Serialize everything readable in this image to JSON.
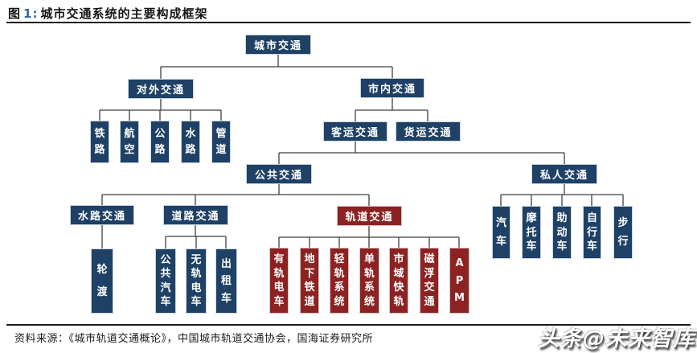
{
  "title": {
    "figure_label": "图",
    "number": "1:",
    "text": "城市交通系统的主要构成框架"
  },
  "tree": {
    "root": "城市交通",
    "external": "对外交通",
    "internal": "市内交通",
    "external_children": [
      "铁路",
      "航空",
      "公路",
      "水路",
      "管道"
    ],
    "passenger": "客运交通",
    "freight": "货运交通",
    "public": "公共交通",
    "private": "私人交通",
    "water": "水路交通",
    "road": "道路交通",
    "rail": "轨道交通",
    "water_children": [
      "轮渡"
    ],
    "road_children": [
      "公共汽车",
      "无轨电车",
      "出租车"
    ],
    "rail_children": [
      "有轨电车",
      "地下铁道",
      "轻轨系统",
      "单轨系统",
      "市域快轨",
      "磁浮交通",
      "APM"
    ],
    "private_children": [
      "汽车",
      "摩托车",
      "助动车",
      "自行车",
      "步行"
    ]
  },
  "footer": {
    "source": "资料来源：《城市轨道交通概论》，中国城市轨道交通协会，国海证券研究所"
  },
  "watermark": "头条@未来智库",
  "colors": {
    "node_blue": "#1E4165",
    "node_red": "#8C2222",
    "line": "#3f3f3f",
    "title_number_blue": "#3465A8"
  }
}
